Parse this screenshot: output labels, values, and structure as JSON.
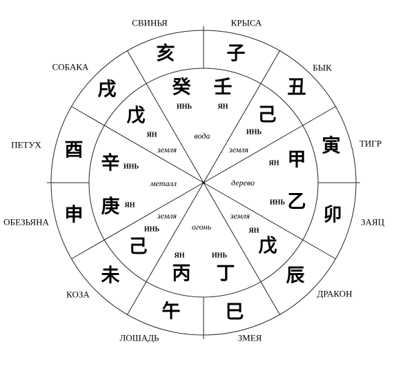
{
  "animals": [
    "СВИНЬЯ",
    "КРЫСА",
    "БЫК",
    "ТИГР",
    "ЗАЯЦ",
    "ДРАКОН",
    "ЗМЕЯ",
    "ЛОШАДЬ",
    "КОЗА",
    "ОБЕЗЬЯНА",
    "ПЕТУХ",
    "СОБАКА"
  ],
  "branches": [
    "亥",
    "子",
    "丑",
    "寅",
    "卯",
    "辰",
    "巳",
    "午",
    "未",
    "申",
    "酉",
    "戌"
  ],
  "stems": {
    "water_yin": "癸",
    "water_yang": "壬",
    "earth_nw": "戊",
    "earth_ne": "己",
    "wood_yang": "甲",
    "wood_yin": "乙",
    "earth_se": "戊",
    "fire_yin": "丁",
    "fire_yang": "丙",
    "earth_sw": "己",
    "metal_yang": "庚",
    "metal_yin": "辛"
  },
  "polarity": {
    "yin": "ИНЬ",
    "yang": "ЯН"
  },
  "elements": {
    "water": "вода",
    "wood": "дерево",
    "fire": "огонь",
    "metal": "металл",
    "earth": "земля"
  }
}
